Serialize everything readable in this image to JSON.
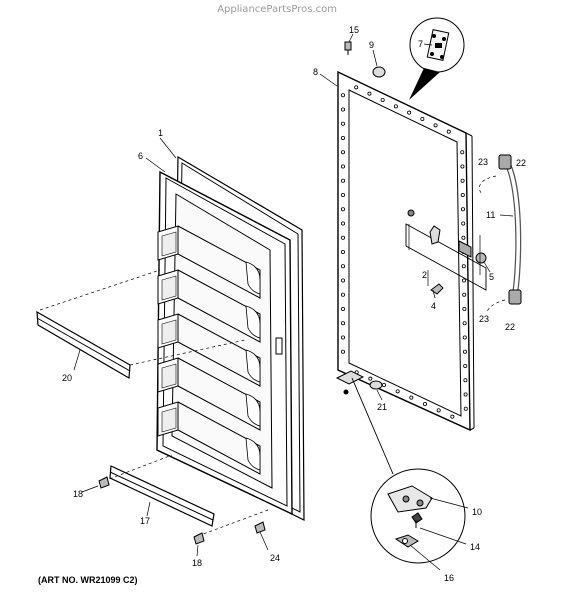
{
  "watermark": "AppliancePartsPros.com",
  "art_number": "(ART NO. WR21099 C2)",
  "callouts": {
    "c1": "1",
    "c2": "2",
    "c4": "4",
    "c5": "5",
    "c6": "6",
    "c7": "7",
    "c8": "8",
    "c9": "9",
    "c10": "10",
    "c11": "11",
    "c14": "14",
    "c15": "15",
    "c16": "16",
    "c17": "17",
    "c18a": "18",
    "c18b": "18",
    "c20": "20",
    "c21": "21",
    "c22a": "22",
    "c22b": "22",
    "c23a": "23",
    "c23b": "23",
    "c24": "24"
  }
}
